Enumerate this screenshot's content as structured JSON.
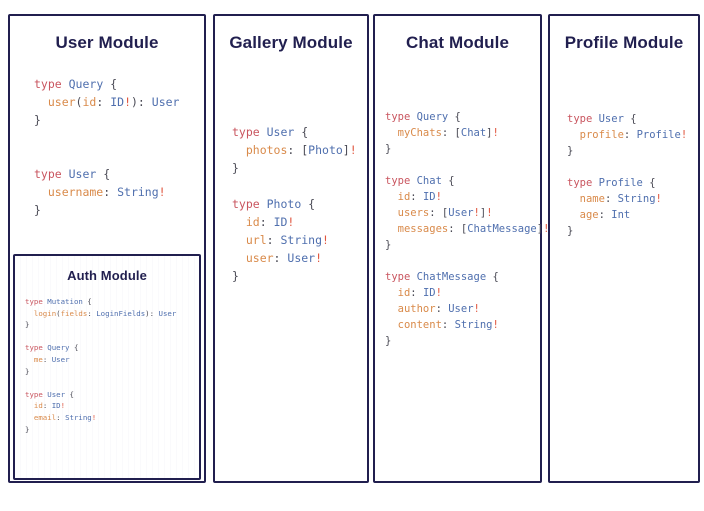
{
  "canvas": {
    "background": "#ffffff",
    "border_color": "#211f4f",
    "title_color": "#211f4f"
  },
  "syntax_colors": {
    "keyword": "#c9555f",
    "type_name": "#4f6fae",
    "field_name": "#d98a4a",
    "punctuation": "#4a4a55",
    "non_null": "#e0563f"
  },
  "modules": [
    {
      "id": "user",
      "title": "User Module",
      "code_lines": [
        [
          {
            "text": "type ",
            "token": "keyword"
          },
          {
            "text": "Query",
            "token": "type_name"
          },
          {
            "text": " {",
            "token": "punctuation"
          }
        ],
        [
          {
            "text": "  user",
            "token": "field_name"
          },
          {
            "text": "(",
            "token": "punctuation"
          },
          {
            "text": "id",
            "token": "field_name"
          },
          {
            "text": ": ",
            "token": "punctuation"
          },
          {
            "text": "ID",
            "token": "type_name"
          },
          {
            "text": "!",
            "token": "non_null"
          },
          {
            "text": "): ",
            "token": "punctuation"
          },
          {
            "text": "User",
            "token": "type_name"
          }
        ],
        [
          {
            "text": "}",
            "token": "punctuation"
          }
        ],
        [
          {
            "text": "",
            "token": "punctuation"
          }
        ],
        [
          {
            "text": "",
            "token": "punctuation"
          }
        ],
        [
          {
            "text": "type ",
            "token": "keyword"
          },
          {
            "text": "User",
            "token": "type_name"
          },
          {
            "text": " {",
            "token": "punctuation"
          }
        ],
        [
          {
            "text": "  username",
            "token": "field_name"
          },
          {
            "text": ": ",
            "token": "punctuation"
          },
          {
            "text": "String",
            "token": "type_name"
          },
          {
            "text": "!",
            "token": "non_null"
          }
        ],
        [
          {
            "text": "}",
            "token": "punctuation"
          }
        ]
      ],
      "nested": {
        "id": "auth",
        "title": "Auth Module",
        "code_lines": [
          [
            {
              "text": "type ",
              "token": "keyword"
            },
            {
              "text": "Mutation",
              "token": "type_name"
            },
            {
              "text": " {",
              "token": "punctuation"
            }
          ],
          [
            {
              "text": "  login",
              "token": "field_name"
            },
            {
              "text": "(",
              "token": "punctuation"
            },
            {
              "text": "fields",
              "token": "field_name"
            },
            {
              "text": ": ",
              "token": "punctuation"
            },
            {
              "text": "LoginFields",
              "token": "type_name"
            },
            {
              "text": "): ",
              "token": "punctuation"
            },
            {
              "text": "User",
              "token": "type_name"
            }
          ],
          [
            {
              "text": "}",
              "token": "punctuation"
            }
          ],
          [
            {
              "text": "",
              "token": "punctuation"
            }
          ],
          [
            {
              "text": "type ",
              "token": "keyword"
            },
            {
              "text": "Query",
              "token": "type_name"
            },
            {
              "text": " {",
              "token": "punctuation"
            }
          ],
          [
            {
              "text": "  me",
              "token": "field_name"
            },
            {
              "text": ": ",
              "token": "punctuation"
            },
            {
              "text": "User",
              "token": "type_name"
            }
          ],
          [
            {
              "text": "}",
              "token": "punctuation"
            }
          ],
          [
            {
              "text": "",
              "token": "punctuation"
            }
          ],
          [
            {
              "text": "type ",
              "token": "keyword"
            },
            {
              "text": "User",
              "token": "type_name"
            },
            {
              "text": " {",
              "token": "punctuation"
            }
          ],
          [
            {
              "text": "  id",
              "token": "field_name"
            },
            {
              "text": ": ",
              "token": "punctuation"
            },
            {
              "text": "ID",
              "token": "type_name"
            },
            {
              "text": "!",
              "token": "non_null"
            }
          ],
          [
            {
              "text": "  email",
              "token": "field_name"
            },
            {
              "text": ": ",
              "token": "punctuation"
            },
            {
              "text": "String",
              "token": "type_name"
            },
            {
              "text": "!",
              "token": "non_null"
            }
          ],
          [
            {
              "text": "}",
              "token": "punctuation"
            }
          ]
        ]
      }
    },
    {
      "id": "gallery",
      "title": "Gallery Module",
      "code_lines": [
        [
          {
            "text": "type ",
            "token": "keyword"
          },
          {
            "text": "User",
            "token": "type_name"
          },
          {
            "text": " {",
            "token": "punctuation"
          }
        ],
        [
          {
            "text": "  photos",
            "token": "field_name"
          },
          {
            "text": ": [",
            "token": "punctuation"
          },
          {
            "text": "Photo",
            "token": "type_name"
          },
          {
            "text": "]",
            "token": "punctuation"
          },
          {
            "text": "!",
            "token": "non_null"
          }
        ],
        [
          {
            "text": "}",
            "token": "punctuation"
          }
        ],
        [
          {
            "text": "",
            "token": "punctuation"
          }
        ],
        [
          {
            "text": "type ",
            "token": "keyword"
          },
          {
            "text": "Photo",
            "token": "type_name"
          },
          {
            "text": " {",
            "token": "punctuation"
          }
        ],
        [
          {
            "text": "  id",
            "token": "field_name"
          },
          {
            "text": ": ",
            "token": "punctuation"
          },
          {
            "text": "ID",
            "token": "type_name"
          },
          {
            "text": "!",
            "token": "non_null"
          }
        ],
        [
          {
            "text": "  url",
            "token": "field_name"
          },
          {
            "text": ": ",
            "token": "punctuation"
          },
          {
            "text": "String",
            "token": "type_name"
          },
          {
            "text": "!",
            "token": "non_null"
          }
        ],
        [
          {
            "text": "  user",
            "token": "field_name"
          },
          {
            "text": ": ",
            "token": "punctuation"
          },
          {
            "text": "User",
            "token": "type_name"
          },
          {
            "text": "!",
            "token": "non_null"
          }
        ],
        [
          {
            "text": "}",
            "token": "punctuation"
          }
        ]
      ]
    },
    {
      "id": "chat",
      "title": "Chat Module",
      "code_lines": [
        [
          {
            "text": "type ",
            "token": "keyword"
          },
          {
            "text": "Query",
            "token": "type_name"
          },
          {
            "text": " {",
            "token": "punctuation"
          }
        ],
        [
          {
            "text": "  myChats",
            "token": "field_name"
          },
          {
            "text": ": [",
            "token": "punctuation"
          },
          {
            "text": "Chat",
            "token": "type_name"
          },
          {
            "text": "]",
            "token": "punctuation"
          },
          {
            "text": "!",
            "token": "non_null"
          }
        ],
        [
          {
            "text": "}",
            "token": "punctuation"
          }
        ],
        [
          {
            "text": "",
            "token": "punctuation"
          }
        ],
        [
          {
            "text": "type ",
            "token": "keyword"
          },
          {
            "text": "Chat",
            "token": "type_name"
          },
          {
            "text": " {",
            "token": "punctuation"
          }
        ],
        [
          {
            "text": "  id",
            "token": "field_name"
          },
          {
            "text": ": ",
            "token": "punctuation"
          },
          {
            "text": "ID",
            "token": "type_name"
          },
          {
            "text": "!",
            "token": "non_null"
          }
        ],
        [
          {
            "text": "  users",
            "token": "field_name"
          },
          {
            "text": ": [",
            "token": "punctuation"
          },
          {
            "text": "User",
            "token": "type_name"
          },
          {
            "text": "!",
            "token": "non_null"
          },
          {
            "text": "]",
            "token": "punctuation"
          },
          {
            "text": "!",
            "token": "non_null"
          }
        ],
        [
          {
            "text": "  messages",
            "token": "field_name"
          },
          {
            "text": ": [",
            "token": "punctuation"
          },
          {
            "text": "ChatMessage",
            "token": "type_name"
          },
          {
            "text": "]",
            "token": "punctuation"
          },
          {
            "text": "!",
            "token": "non_null"
          }
        ],
        [
          {
            "text": "}",
            "token": "punctuation"
          }
        ],
        [
          {
            "text": "",
            "token": "punctuation"
          }
        ],
        [
          {
            "text": "type ",
            "token": "keyword"
          },
          {
            "text": "ChatMessage",
            "token": "type_name"
          },
          {
            "text": " {",
            "token": "punctuation"
          }
        ],
        [
          {
            "text": "  id",
            "token": "field_name"
          },
          {
            "text": ": ",
            "token": "punctuation"
          },
          {
            "text": "ID",
            "token": "type_name"
          },
          {
            "text": "!",
            "token": "non_null"
          }
        ],
        [
          {
            "text": "  author",
            "token": "field_name"
          },
          {
            "text": ": ",
            "token": "punctuation"
          },
          {
            "text": "User",
            "token": "type_name"
          },
          {
            "text": "!",
            "token": "non_null"
          }
        ],
        [
          {
            "text": "  content",
            "token": "field_name"
          },
          {
            "text": ": ",
            "token": "punctuation"
          },
          {
            "text": "String",
            "token": "type_name"
          },
          {
            "text": "!",
            "token": "non_null"
          }
        ],
        [
          {
            "text": "}",
            "token": "punctuation"
          }
        ]
      ]
    },
    {
      "id": "profile",
      "title": "Profile Module",
      "code_lines": [
        [
          {
            "text": "type ",
            "token": "keyword"
          },
          {
            "text": "User",
            "token": "type_name"
          },
          {
            "text": " {",
            "token": "punctuation"
          }
        ],
        [
          {
            "text": "  profile",
            "token": "field_name"
          },
          {
            "text": ": ",
            "token": "punctuation"
          },
          {
            "text": "Profile",
            "token": "type_name"
          },
          {
            "text": "!",
            "token": "non_null"
          }
        ],
        [
          {
            "text": "}",
            "token": "punctuation"
          }
        ],
        [
          {
            "text": "",
            "token": "punctuation"
          }
        ],
        [
          {
            "text": "type ",
            "token": "keyword"
          },
          {
            "text": "Profile",
            "token": "type_name"
          },
          {
            "text": " {",
            "token": "punctuation"
          }
        ],
        [
          {
            "text": "  name",
            "token": "field_name"
          },
          {
            "text": ": ",
            "token": "punctuation"
          },
          {
            "text": "String",
            "token": "type_name"
          },
          {
            "text": "!",
            "token": "non_null"
          }
        ],
        [
          {
            "text": "  age",
            "token": "field_name"
          },
          {
            "text": ": ",
            "token": "punctuation"
          },
          {
            "text": "Int",
            "token": "type_name"
          }
        ],
        [
          {
            "text": "}",
            "token": "punctuation"
          }
        ]
      ]
    }
  ]
}
